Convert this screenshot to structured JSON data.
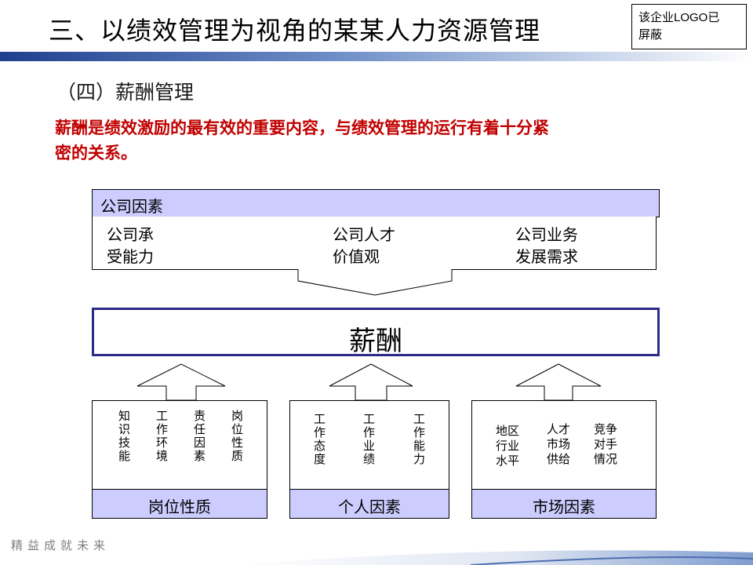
{
  "header": {
    "title": "三、以绩效管理为视角的某某人力资源管理",
    "logo_text_line1": "该企业LOGO已",
    "logo_text_line2": "屏蔽"
  },
  "section": {
    "subtitle": "（四）薪酬管理",
    "lead_line1": "薪酬是绩效激励的最有效的重要内容，与绩效管理的运行有着十分紧",
    "lead_line2": "密的关系。"
  },
  "company_factors": {
    "label": "公司因素",
    "items": [
      {
        "line1": "公司承",
        "line2": "受能力"
      },
      {
        "line1": "公司人才",
        "line2": "价值观"
      },
      {
        "line1": "公司业务",
        "line2": "发展需求"
      }
    ]
  },
  "salary": {
    "label": "薪酬"
  },
  "groups": [
    {
      "label": "岗位性质",
      "items": [
        "知识技能",
        "工作环境",
        "责任因素",
        "岗位性质"
      ]
    },
    {
      "label": "个人因素",
      "items": [
        "工作态度",
        "工作业绩",
        "工作能力"
      ]
    },
    {
      "label": "市场因素",
      "items": [
        {
          "line1": "地区",
          "line2": "行业",
          "line3": "水平"
        },
        {
          "line1": "人才",
          "line2": "市场",
          "line3": "供给"
        },
        {
          "line1": "竞争",
          "line2": "对手",
          "line3": "情况"
        }
      ]
    }
  ],
  "footer": {
    "tagline": "精益成就未来"
  },
  "colors": {
    "band_fill": "#ccccff",
    "salary_border": "#2b2b88",
    "lead_text": "#c00000",
    "header_band_left": "#1f3f8f"
  }
}
